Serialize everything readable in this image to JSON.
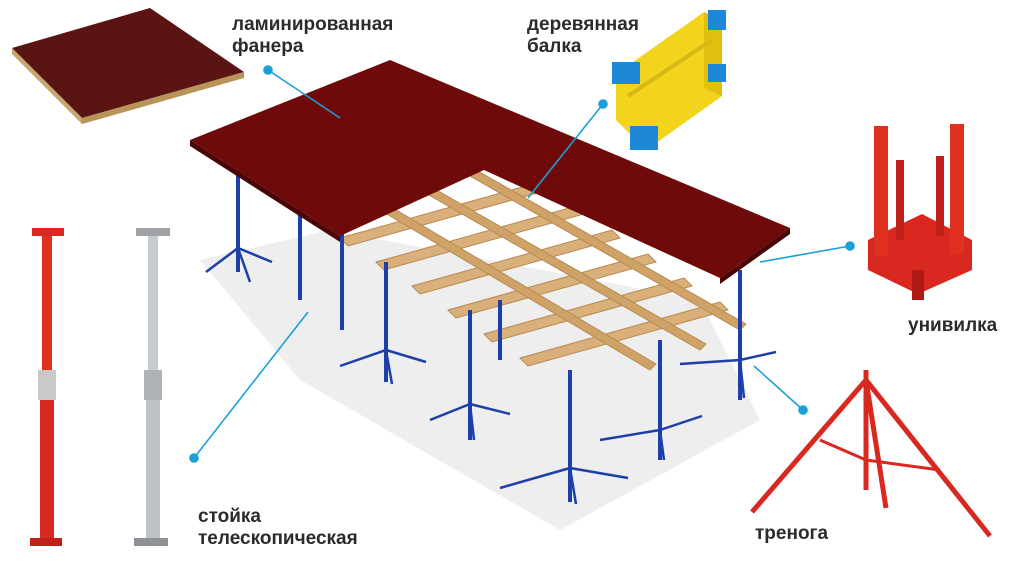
{
  "labels": {
    "plywood": [
      "ламинированная",
      "фанера"
    ],
    "beam": [
      "деревянная",
      "балка"
    ],
    "fork": [
      "унивилка"
    ],
    "tripod": [
      "тренога"
    ],
    "prop": [
      "стойка",
      "телескопическая"
    ]
  },
  "colors": {
    "deck": "#6e0a0a",
    "deck_edge": "#4a0606",
    "plywood_top": "#5a1414",
    "plywood_side": "#c9a56e",
    "timber": "#d9b07a",
    "timber_dark": "#b88a52",
    "post": "#1c3fa8",
    "prop_red": "#d8281f",
    "prop_grey": "#bfc2c5",
    "beam_yellow": "#f2d41c",
    "beam_blue": "#1e88d8",
    "leader": "#1aa0d8",
    "text": "#2b2b2b"
  }
}
